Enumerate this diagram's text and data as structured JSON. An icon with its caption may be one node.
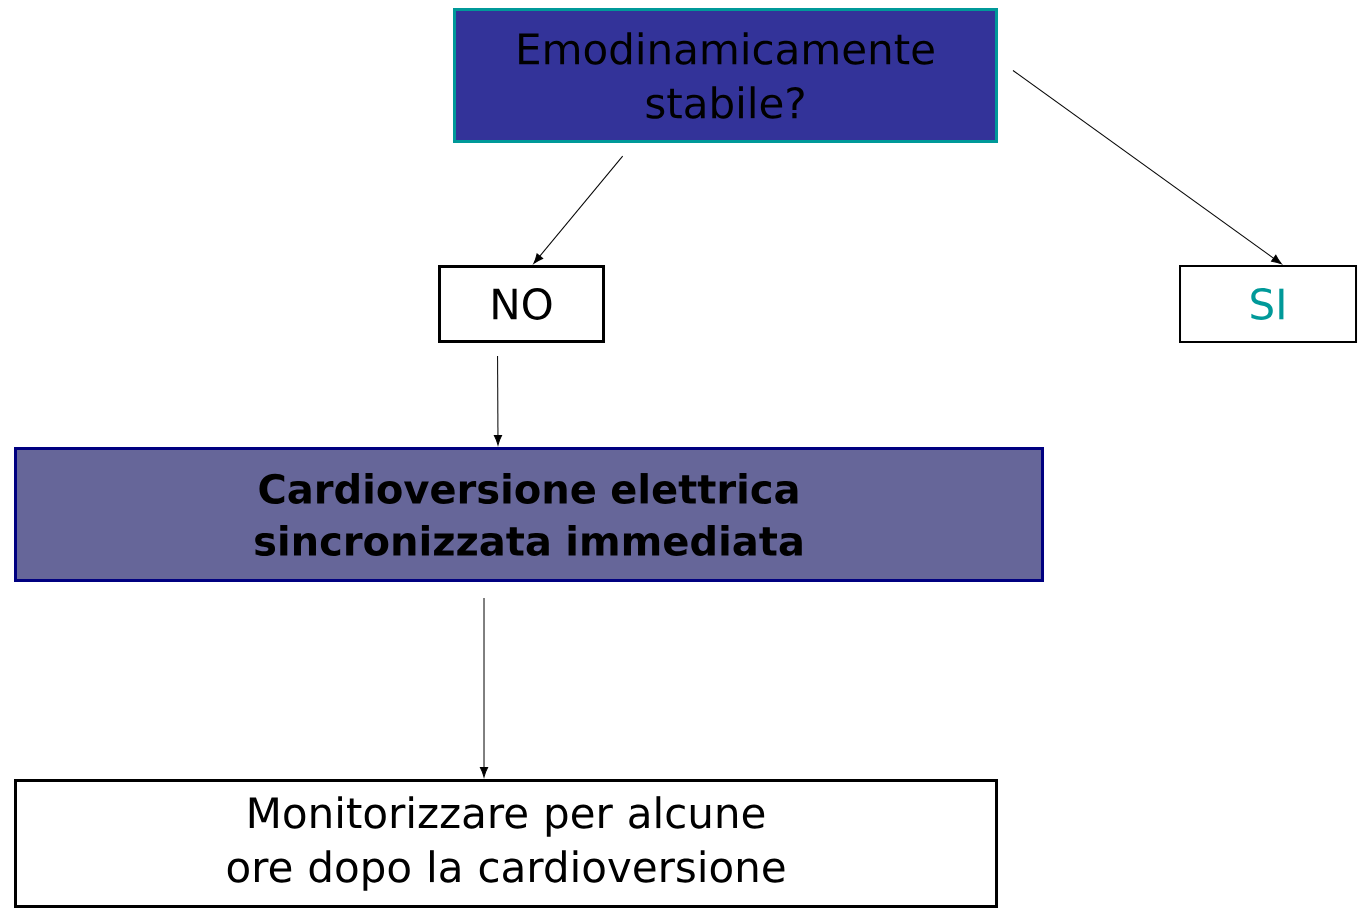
{
  "diagram": {
    "nodes": [
      {
        "text": [
          "Emodinamicamente stabile?"
        ]
      },
      {
        "text": [
          "NO"
        ]
      },
      {
        "text": [
          "SI"
        ]
      },
      {
        "text": [
          "Cardioversione elettrica sincronizzata immediata"
        ]
      },
      {
        "text": [
          "Monitorizzare per alcune ore dopo la cardioversione"
        ]
      }
    ],
    "edges": [
      {
        "from": 0,
        "to": 1,
        "arrow": "to"
      },
      {
        "from": 0,
        "to": 2,
        "arrow": "to"
      },
      {
        "from": 1,
        "to": 3,
        "arrow": "to"
      },
      {
        "from": 3,
        "to": 4,
        "arrow": "to"
      }
    ]
  }
}
